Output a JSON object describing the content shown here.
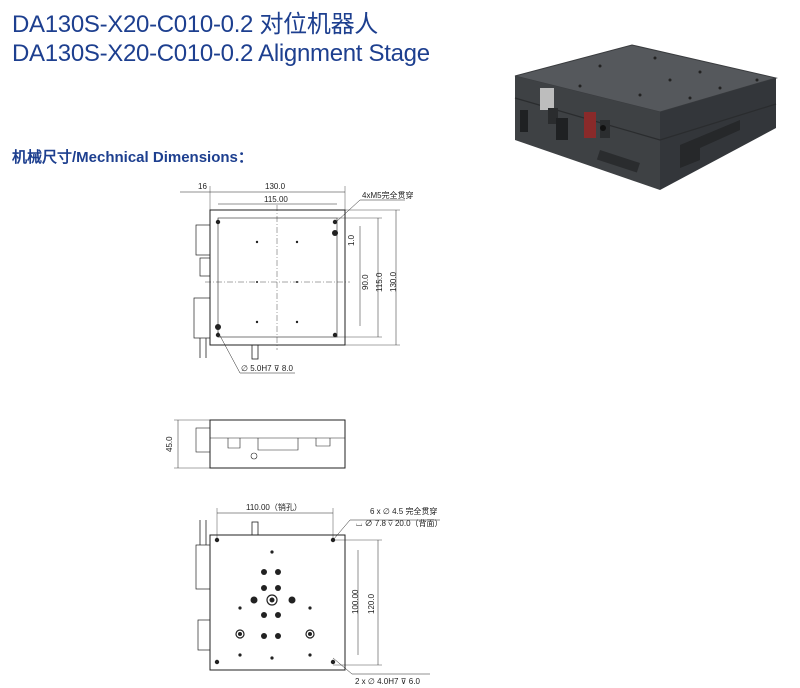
{
  "title_cn": "DA130S-X20-C010-0.2 对位机器人",
  "title_en": "DA130S-X20-C010-0.2  Alignment Stage",
  "section_label": "机械尺寸/Mechnical Dimensions：",
  "top_view": {
    "dim_width": "130.0",
    "dim_inner_width": "115.00",
    "dim_offset": "16",
    "note_holes": "4xM5完全贯穿",
    "dim_small": "1.0",
    "dim_90": "90.0",
    "dim_115": "115.0",
    "dim_130": "130.0",
    "pin_note": "5.0H7",
    "pin_depth": "8.0"
  },
  "side_view": {
    "dim_height": "45.0"
  },
  "bottom_view": {
    "dim_pin_span": "110.00（销孔）",
    "note_line1": "6 x",
    "note_line1_b": "4.5 完全贯穿",
    "note_line2": "7.8",
    "note_line2_b": "20.0（背面）",
    "dim_100": "100.00",
    "dim_120": "120.0",
    "note_pins": "2 x",
    "note_pins_b": "4.0H7",
    "note_pins_depth": "6.0"
  },
  "colors": {
    "title": "#1d3f8f",
    "line": "#222222",
    "stage_body": "#4a4d50"
  }
}
